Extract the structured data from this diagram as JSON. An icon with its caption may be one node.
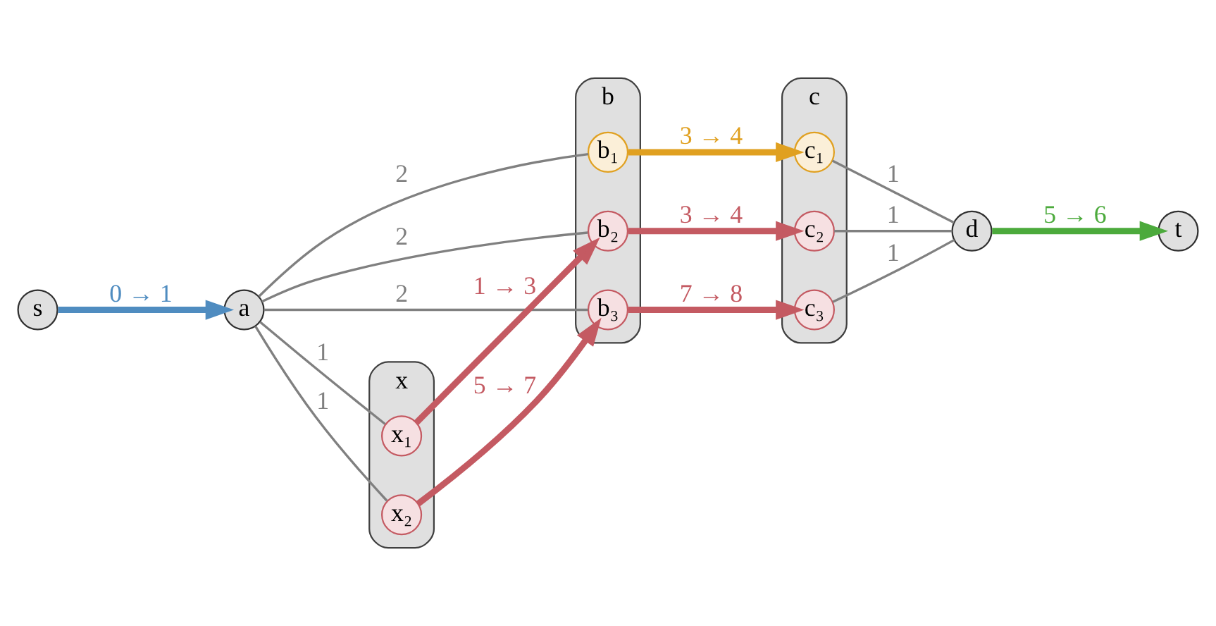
{
  "diagram": {
    "nodes": [
      {
        "text": [
          "s"
        ]
      },
      {
        "text": [
          "a"
        ]
      },
      {
        "text": [
          "b"
        ]
      },
      {
        "text": [
          "b₁"
        ],
        "in": 2
      },
      {
        "text": [
          "b₂"
        ],
        "in": 2
      },
      {
        "text": [
          "b₃"
        ],
        "in": 2
      },
      {
        "text": [
          "c"
        ]
      },
      {
        "text": [
          "c₁"
        ],
        "in": 6
      },
      {
        "text": [
          "c₂"
        ],
        "in": 6
      },
      {
        "text": [
          "c₃"
        ],
        "in": 6
      },
      {
        "text": [
          "d"
        ]
      },
      {
        "text": [
          "t"
        ]
      },
      {
        "text": [
          "x"
        ]
      },
      {
        "text": [
          "x₁"
        ],
        "in": 12
      },
      {
        "text": [
          "x₂"
        ],
        "in": 12
      }
    ],
    "edges": [
      {
        "from": 0,
        "to": 1,
        "arrow": "to",
        "label": "0 → 1",
        "style": "thick",
        "color": "#4f8cc0"
      },
      {
        "from": 1,
        "to": 3,
        "arrow": "none",
        "label": "2"
      },
      {
        "from": 1,
        "to": 4,
        "arrow": "none",
        "label": "2"
      },
      {
        "from": 1,
        "to": 5,
        "arrow": "none",
        "label": "2"
      },
      {
        "from": 3,
        "to": 7,
        "arrow": "to",
        "label": "3 → 4",
        "style": "thick",
        "color": "#e0a020"
      },
      {
        "from": 4,
        "to": 8,
        "arrow": "to",
        "label": "3 → 4",
        "style": "thick",
        "color": "#c45a62"
      },
      {
        "from": 5,
        "to": 9,
        "arrow": "to",
        "label": "7 → 8",
        "style": "thick",
        "color": "#c45a62"
      },
      {
        "from": 7,
        "to": 10,
        "arrow": "none",
        "label": "1"
      },
      {
        "from": 8,
        "to": 10,
        "arrow": "none",
        "label": "1"
      },
      {
        "from": 9,
        "to": 10,
        "arrow": "none",
        "label": "1"
      },
      {
        "from": 10,
        "to": 11,
        "arrow": "to",
        "label": "5 → 6",
        "style": "thick",
        "color": "#4caa3c"
      },
      {
        "from": 1,
        "to": 13,
        "arrow": "none",
        "label": "1"
      },
      {
        "from": 1,
        "to": 14,
        "arrow": "none",
        "label": "1"
      },
      {
        "from": 13,
        "to": 4,
        "arrow": "to",
        "label": "1 → 3",
        "style": "thick",
        "color": "#c45a62"
      },
      {
        "from": 14,
        "to": 5,
        "arrow": "to",
        "label": "5 → 7",
        "style": "thick",
        "color": "#c45a62"
      }
    ]
  }
}
